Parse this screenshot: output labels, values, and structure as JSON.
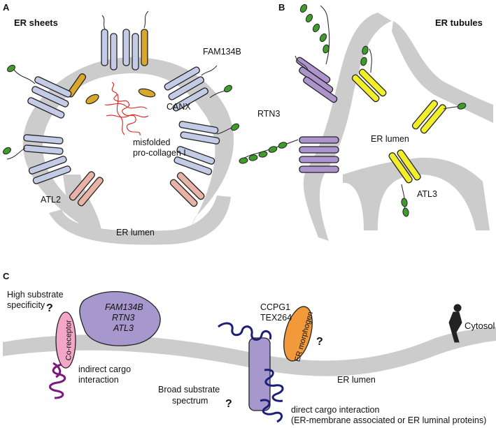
{
  "panel_a": {
    "letter": "A",
    "title": "ER sheets",
    "labels": {
      "fam134b": "FAM134B",
      "canx": "CANX",
      "misfolded_line1": "misfolded",
      "misfolded_line2": "pro-collagen I",
      "atl2": "ATL2",
      "lumen": "ER lumen"
    }
  },
  "panel_b": {
    "letter": "B",
    "title": "ER tubules",
    "labels": {
      "rtn3": "RTN3",
      "lumen": "ER lumen",
      "atl3": "ATL3"
    }
  },
  "panel_c": {
    "letter": "C",
    "high_specificity_line1": "High substrate",
    "high_specificity_line2": "specificity",
    "question_mark": "?",
    "coreceptor": "Co-receptor",
    "receptor_group": [
      "FAM134B",
      "RTN3",
      "ATL3"
    ],
    "indirect_line1": "indirect cargo",
    "indirect_line2": "interaction",
    "ccpg1": "CCPG1",
    "tex264": "TEX264",
    "morphogen": "ER morphogen",
    "cytosol": "Cytosol",
    "lumen": "ER lumen",
    "broad_line1": "Broad substrate",
    "broad_line2": "spectrum",
    "direct_line1": "direct cargo interaction",
    "direct_line2": "(ER-membrane associated or ER luminal proteins)"
  },
  "colors": {
    "membrane": "#cccccc",
    "fam134b_helix": "#c4cbe6",
    "atl2_helix": "#e8b3a6",
    "canx": "#d9a82a",
    "rtn3_helix": "#ad94cc",
    "atl3_helix": "#f2ee2a",
    "tag_green": "#3f9c2a",
    "collagen": "#e0201b",
    "receptor_purple": "#a698cc",
    "coreceptor_pink": "#f3a6c8",
    "morphogen_orange": "#f29a3a",
    "cargo_navy": "#1c1f7a",
    "cargo_purple": "#7a1a7e"
  }
}
